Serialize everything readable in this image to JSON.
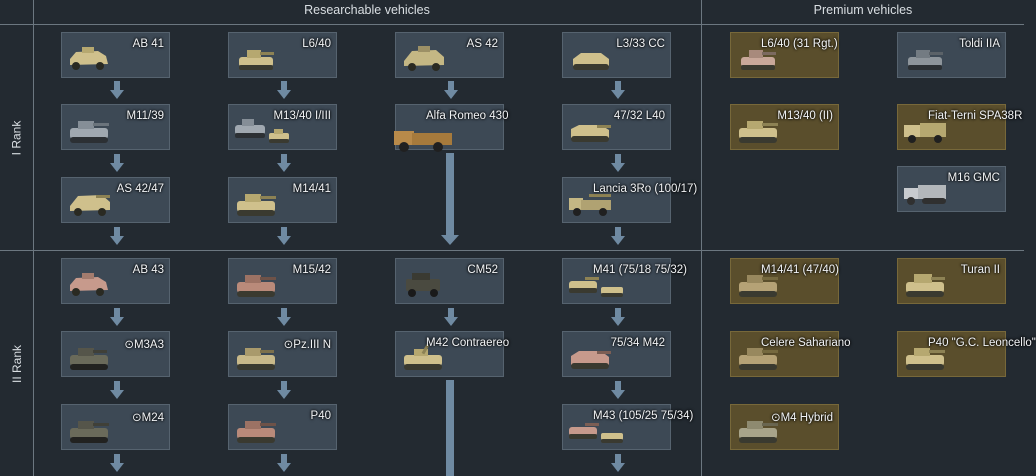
{
  "header": {
    "researchable": "Researchable vehicles",
    "premium": "Premium vehicles"
  },
  "ranks": {
    "rank1": "I Rank",
    "rank2": "II Rank"
  },
  "vehicles": {
    "ab41": "AB 41",
    "l640": "L6/40",
    "as42": "AS 42",
    "l333cc": "L3/33 CC",
    "l640_31": "L6/40 (31 Rgt.)",
    "toldi": "Toldi IIA",
    "m1139": "M11/39",
    "m1340": "M13/40 I/III",
    "alfa430": "Alfa Romeo 430",
    "s4732": "47/32 L40",
    "m1340ii": "M13/40 (II)",
    "fiatterni": "Fiat-Terni SPA38R",
    "as4247": "AS 42/47",
    "m1441": "M14/41",
    "lancia": "Lancia 3Ro (100/17)",
    "m16gmc": "M16 GMC",
    "ab43": "AB 43",
    "m1542": "M15/42",
    "cm52": "CM52",
    "m41": "M41 (75/18 75/32)",
    "m1441_47": "M14/41 (47/40)",
    "turan": "Turan II",
    "m3a3": "⊙M3A3",
    "pz3n": "⊙Pz.III N",
    "m42c": "M42 Contraereo",
    "s7534": "75/34 M42",
    "celere": "Celere Sahariano",
    "p40gc": "P40 \"G.C. Leoncello\"",
    "m24": "⊙M24",
    "p40": "P40",
    "m43": "M43 (105/25 75/34)",
    "m4hybrid": "⊙M4 Hybrid"
  },
  "colors": {
    "background": "#232a31",
    "card": "#3d4955",
    "premium_card": "#5a4e2c",
    "arrow": "#6f8aa2",
    "divider": "#6c7780"
  }
}
